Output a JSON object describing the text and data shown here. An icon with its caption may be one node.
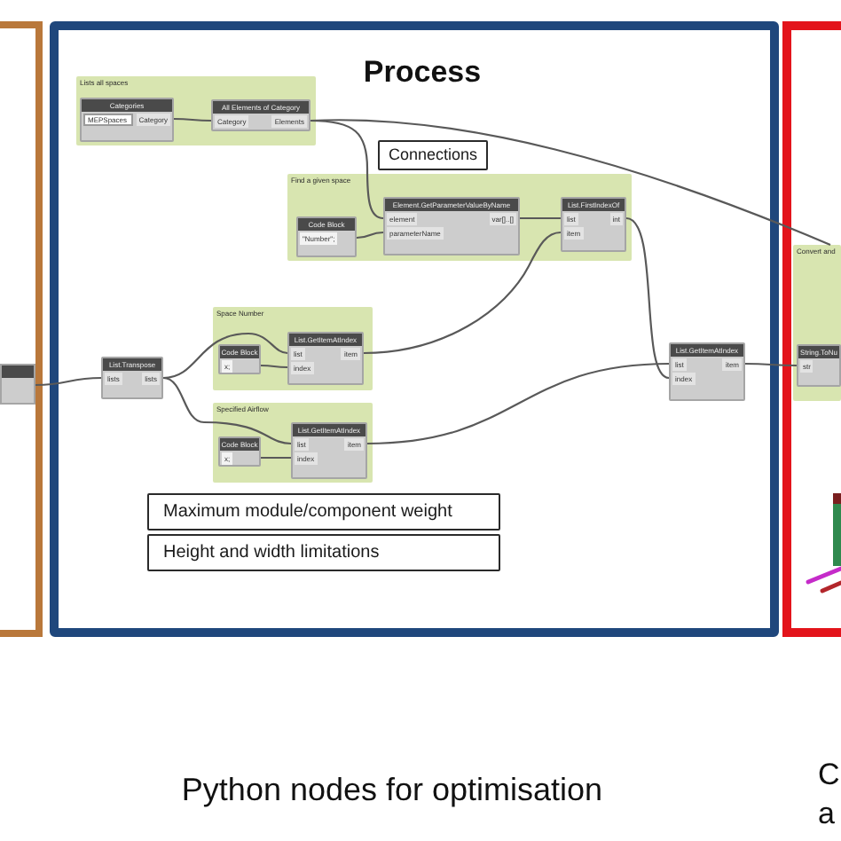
{
  "diagram": {
    "nodes": [
      {
        "text": [],
        "shape": "box"
      },
      {
        "text": [],
        "shape": "box",
        "in": 0
      },
      {
        "text": [
          "Process"
        ]
      },
      {
        "text": [
          "Lists all spaces"
        ],
        "in": 2
      },
      {
        "text": [
          "Categories",
          "MEPSpaces",
          "Category"
        ],
        "in": 3
      },
      {
        "text": [
          "All Elements of Category",
          "Category",
          "Elements"
        ],
        "in": 3
      },
      {
        "text": [
          "Connections"
        ],
        "in": 2
      },
      {
        "text": [
          "Find a given space"
        ],
        "in": 2
      },
      {
        "text": [
          "Code Block",
          "\"Number\";"
        ],
        "in": 7
      },
      {
        "text": [
          "Element.GetParameterValueByName",
          "element",
          "parameterName",
          "var[]..[]"
        ],
        "in": 7
      },
      {
        "text": [
          "List.FirstIndexOf",
          "list",
          "item",
          "int"
        ],
        "in": 7
      },
      {
        "text": [
          "List.Transpose",
          "lists",
          "lists"
        ],
        "in": 2
      },
      {
        "text": [
          "Space Number"
        ],
        "in": 2
      },
      {
        "text": [
          "Code Block",
          "x;"
        ],
        "in": 12
      },
      {
        "text": [
          "List.GetItemAtIndex",
          "list",
          "index",
          "item"
        ],
        "in": 12
      },
      {
        "text": [
          "Specified Airflow"
        ],
        "in": 2
      },
      {
        "text": [
          "Code Block",
          "x;"
        ],
        "in": 15
      },
      {
        "text": [
          "List.GetItemAtIndex",
          "list",
          "index",
          "item"
        ],
        "in": 15
      },
      {
        "text": [
          "List.GetItemAtIndex",
          "list",
          "index",
          "item"
        ],
        "in": 2
      },
      {
        "text": [
          "Maximum module/component weight"
        ],
        "in": 2
      },
      {
        "text": [
          "Height and width limitations"
        ],
        "in": 2
      },
      {
        "text": [],
        "shape": "box"
      },
      {
        "text": [
          "Convert and"
        ],
        "in": 21
      },
      {
        "text": [
          "String.ToNu",
          "str"
        ],
        "in": 22
      }
    ],
    "edges": [
      {
        "from": 1,
        "to": 11,
        "arrow": "none"
      },
      {
        "from": 11,
        "to": 14,
        "arrow": "none"
      },
      {
        "from": 13,
        "to": 14,
        "arrow": "none"
      },
      {
        "from": 11,
        "to": 17,
        "arrow": "none"
      },
      {
        "from": 16,
        "to": 17,
        "arrow": "none"
      },
      {
        "from": 4,
        "to": 5,
        "arrow": "none"
      },
      {
        "from": 5,
        "to": 9,
        "arrow": "none"
      },
      {
        "from": 5,
        "to": 22,
        "arrow": "none"
      },
      {
        "from": 8,
        "to": 9,
        "arrow": "none"
      },
      {
        "from": 9,
        "to": 10,
        "arrow": "none"
      },
      {
        "from": 14,
        "to": 10,
        "arrow": "none"
      },
      {
        "from": 10,
        "to": 18,
        "arrow": "none"
      },
      {
        "from": 17,
        "to": 18,
        "arrow": "none"
      },
      {
        "from": 18,
        "to": 23,
        "arrow": "none"
      }
    ],
    "labels": [
      "Python nodes for optimisation",
      "C a"
    ]
  }
}
